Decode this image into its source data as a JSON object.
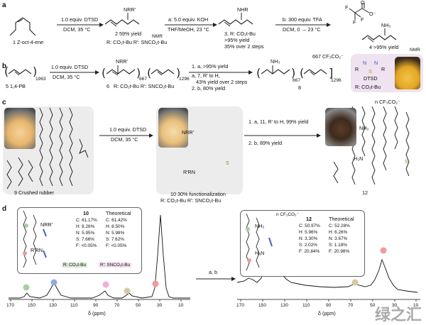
{
  "panel_labels": {
    "a": "a",
    "b": "b",
    "c": "c",
    "d": "d"
  },
  "row_a": {
    "cmpd1": "1 Z-oct-4-ene",
    "step1_reagent": "1.0 equiv. DTSD",
    "step1_cond": "DCM, 35 °C",
    "nrr": "NRR′",
    "cmpd2_yield": "2 59% yield",
    "nmr": "NMR",
    "r_def": "R: CO₂t-Bu   R′: SNCO₂t-Bu",
    "step2_reagent": "a: 5.0 equiv. KOH",
    "step2_cond": "THF/MeOH, 23 °C",
    "nhr": "NHR",
    "cmpd3_r": "3, R: CO₂t-Bu",
    "cmpd3_yield1": ">95% yield",
    "cmpd3_yield2": "35% over 2 steps",
    "step3_reagent": "b: 300 equiv. TFA",
    "step3_cond": "DCM, 0 → 23 °C",
    "tfa_o_minus": "O⁻",
    "tfa_f": "F",
    "tfa_o": "O",
    "nh3": "NH₃",
    "cmpd4_yield": "4 >95% yield"
  },
  "row_b": {
    "n1963": "1963",
    "cmpd5": "5 1,4-PB",
    "step1_reagent": "1.0 equiv. DTSD",
    "step1_cond": "DCM, 35 °C",
    "nrr": "NRR′",
    "n667": "667",
    "n1296": "1296",
    "cmpd6": "6",
    "r_def": "R: CO₂t-Bu   R′: SNCO₂t-Bu",
    "cond1": "1. a, >95% yield",
    "cond2": "a, 7, R′ to H,",
    "cond3": "43% yield over 2 steps",
    "cond4": "2. b, 80% yield",
    "nh3": "NH₃",
    "counter": "667 CF₃CO₂⁻",
    "cmpd8": "8",
    "n667b": "667",
    "n1296b": "1296",
    "dtsd_r": "R",
    "dtsd_n": "N",
    "dtsd_s": "S",
    "dtsd_label": "DTSD",
    "dtsd_rdef": "R: CO₂t-Bu"
  },
  "row_c": {
    "crushed": "9 Crushed rubber",
    "step1_reagent": "1.0 equiv. DTSD",
    "step1_cond": "DCM, 35 °C",
    "nrr": "NRR′",
    "rrn": "R′RN",
    "cmpd10": "10 30% functionalization",
    "r_def": "R: CO₂t-Bu   R′: SNCO₂t-Bu",
    "cond1": "1. a, 11, R′ to H, 99% yield",
    "cond2": "2. b, 89% yield",
    "counter": "n CF₃CO₂⁻",
    "nh3": "NH₃",
    "h3n": "H₃N",
    "cmpd12": "12",
    "s": "S"
  },
  "row_d": {
    "axis_label": "δ (ppm)",
    "ticks": [
      "170",
      "150",
      "130",
      "110",
      "90",
      "70",
      "50",
      "30",
      "10"
    ],
    "arrow": "a, b",
    "left_box": {
      "title": "10",
      "theory": "Theoretical",
      "rows": [
        [
          "C: 61.17%",
          "C: 61.42%"
        ],
        [
          "H: 8.26%",
          "H: 8.50%"
        ],
        [
          "N: 5.95%",
          "N: 5.98%"
        ],
        [
          "S: 7.66%",
          "S: 7.62%"
        ],
        [
          "F: <0.05%",
          "F: <0.05%"
        ]
      ],
      "r_label": "R: CO₂t-Bu",
      "rp_label": "R′: SNCO₂t-Bu",
      "nrr": "NRR′",
      "rrn": "R′RN"
    },
    "right_box": {
      "title": "12",
      "theory": "Theoretical",
      "rows": [
        [
          "C: 50.97%",
          "C: 52.28%"
        ],
        [
          "H: 5.96%",
          "H: 6.26%"
        ],
        [
          "N: 3.30%",
          "N: 3.67%"
        ],
        [
          "S: 2.02%",
          "S: 1.18%"
        ],
        [
          "F: 20.84%",
          "F: 20.98%"
        ]
      ],
      "counter": "n CF₃CO₂⁻",
      "nh3": "NH₃",
      "h3n": "H₃N"
    },
    "peak_colors": {
      "green": "#a8cfa0",
      "blue": "#8fa9e0",
      "pink": "#f0b0d8",
      "tan": "#d6c9a8",
      "red": "#f09a9a",
      "ochre": "#e7a830"
    }
  },
  "watermark": "绿之汇"
}
